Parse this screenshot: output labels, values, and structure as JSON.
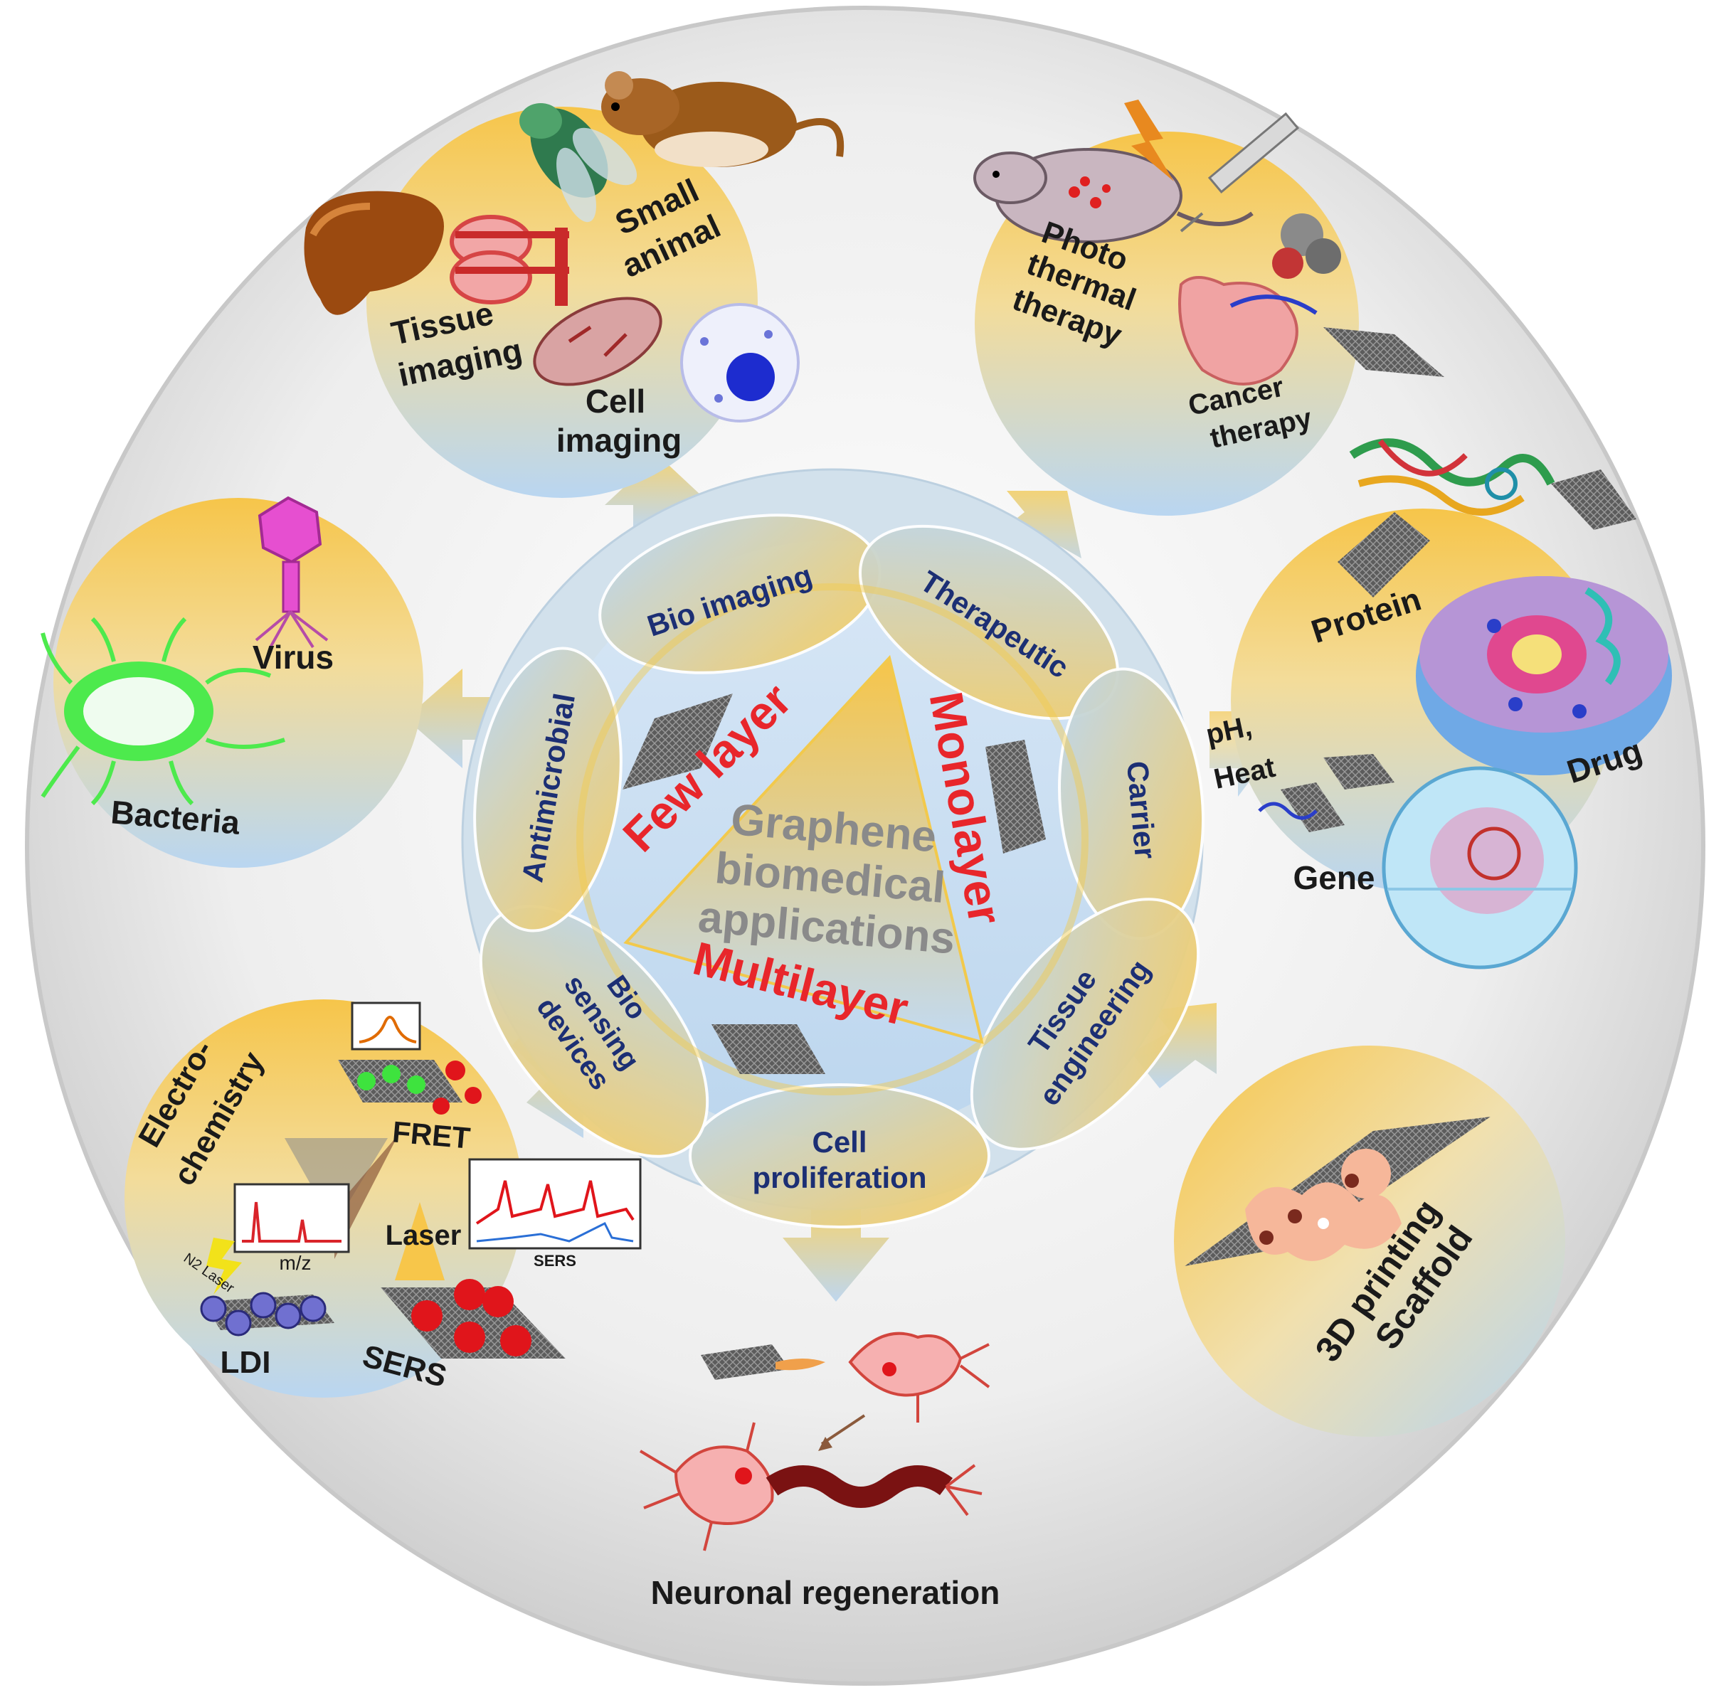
{
  "center": {
    "title_lines": [
      "Graphene",
      "biomedical",
      "applications"
    ],
    "few_layer": "Few layer",
    "monolayer": "Monolayer",
    "multilayer": "Multilayer"
  },
  "ring": {
    "bio_imaging": "Bio imaging",
    "therapeutic": "Therapeutic",
    "carrier": "Carrier",
    "tissue_engineering_lines": [
      "Tissue",
      "engineering"
    ],
    "cell_proliferation_lines": [
      "Cell",
      "proliferation"
    ],
    "bio_sensing_lines": [
      "Bio",
      "sensing",
      "devices"
    ],
    "antimicrobial": "Antimicrobial"
  },
  "imaging": {
    "small_animal_lines": [
      "Small",
      "animal"
    ],
    "tissue_imaging_lines": [
      "Tissue",
      "imaging"
    ],
    "cell_imaging_lines": [
      "Cell",
      "imaging"
    ]
  },
  "therapy": {
    "photothermal_lines": [
      "Photo",
      "thermal",
      "therapy"
    ],
    "cancer_lines": [
      "Cancer",
      "therapy"
    ]
  },
  "carrier_panel": {
    "stimulus_lines": [
      "pH,",
      "Heat"
    ],
    "protein": "Protein",
    "drug": "Drug",
    "gene": "Gene"
  },
  "antimicrobial_panel": {
    "virus": "Virus",
    "bacteria": "Bacteria"
  },
  "sensing_panel": {
    "electrochem_lines": [
      "Electro-",
      "chemistry"
    ],
    "fret": "FRET",
    "laser": "Laser",
    "mz": "m/z",
    "sers_small": "SERS",
    "n2_laser": "N2 Laser",
    "ldi": "LDI",
    "sers": "SERS"
  },
  "scaffold_panel": {
    "lines": [
      "3D printing",
      "Scaffold"
    ]
  },
  "neuronal": {
    "label": "Neuronal regeneration"
  },
  "colors": {
    "red_label": "#e8262b",
    "navy_label": "#1c2f74",
    "gray_label": "#8a8a8a",
    "gold": "#f7c64a",
    "light_blue": "#c6dcf0"
  }
}
